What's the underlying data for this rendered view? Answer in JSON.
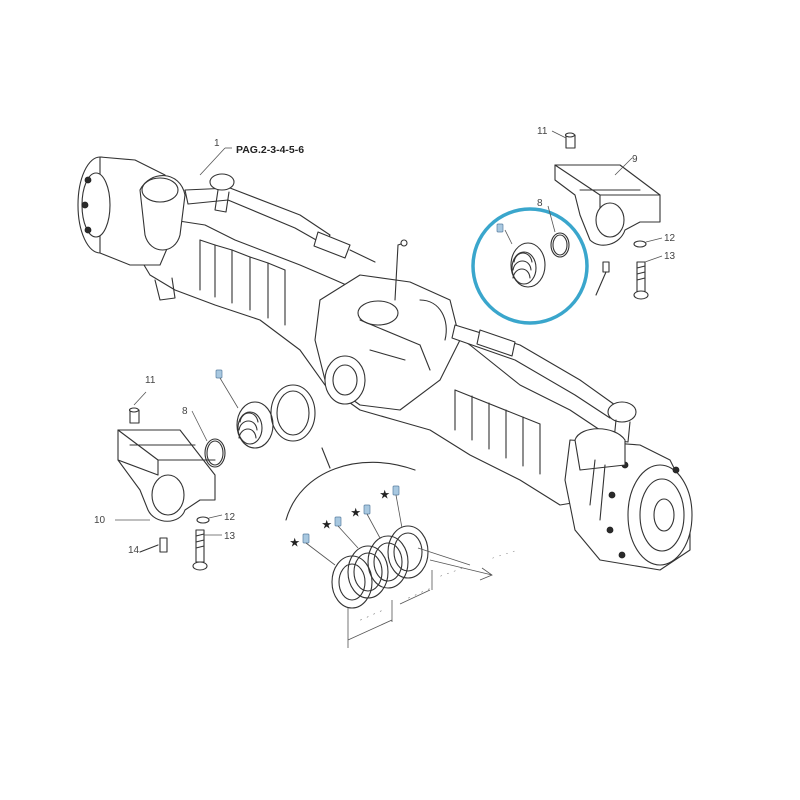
{
  "diagram": {
    "reference_label": "PAG.2-3-4-5-6",
    "callouts": {
      "c1": "1",
      "c8a": "8",
      "c9": "9",
      "c11a": "11",
      "c12a": "12",
      "c13a": "13",
      "c11b": "11",
      "c8b": "8",
      "c10": "10",
      "c12b": "12",
      "c13b": "13",
      "c14": "14"
    },
    "star_marker": "★",
    "highlight_color": "#3aa6cc"
  }
}
